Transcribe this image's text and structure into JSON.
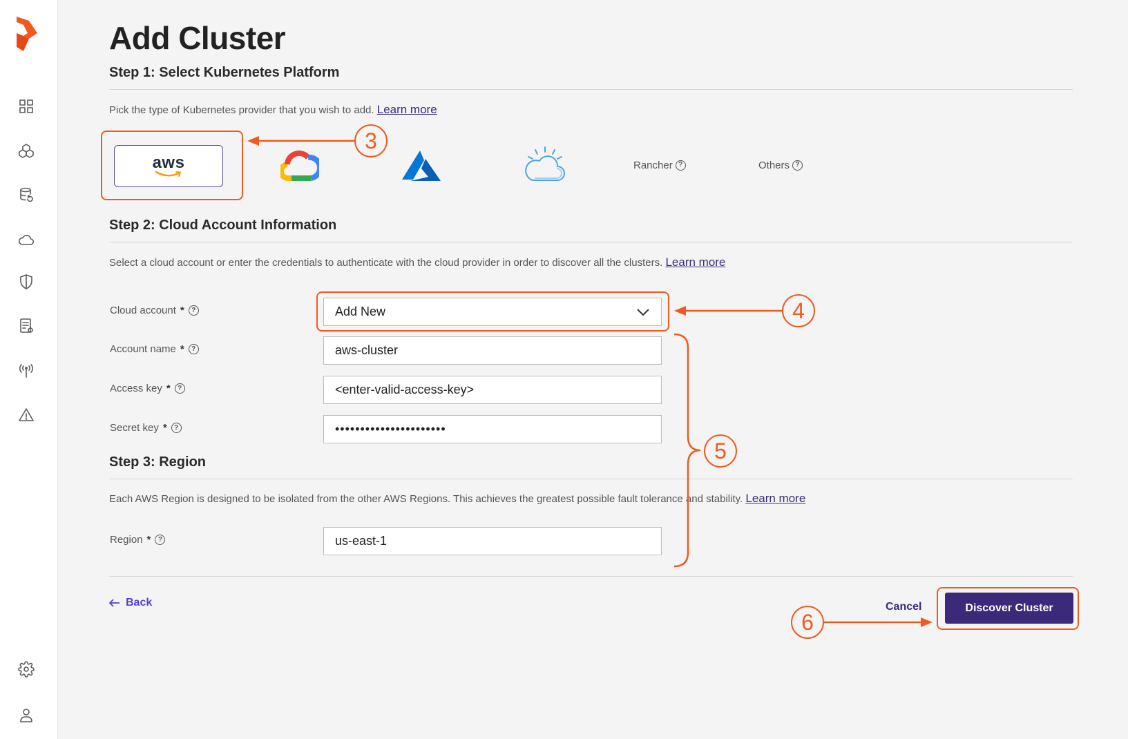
{
  "page": {
    "title": "Add Cluster"
  },
  "step1": {
    "title": "Step 1: Select Kubernetes Platform",
    "description": "Pick the type of Kubernetes provider that you wish to add.",
    "learn_more": "Learn more",
    "providers": {
      "aws": "aws",
      "gcp": "google-cloud-icon",
      "azure": "azure-icon",
      "ibm": "ibm-cloud-icon",
      "rancher": "Rancher",
      "others": "Others"
    }
  },
  "step2": {
    "title": "Step 2: Cloud Account Information",
    "description": "Select a cloud account or enter the credentials to authenticate with the cloud provider in order to discover all the clusters.",
    "learn_more": "Learn more",
    "cloud_account": {
      "label": "Cloud account",
      "value": "Add New"
    },
    "account_name": {
      "label": "Account name",
      "value": "aws-cluster"
    },
    "access_key": {
      "label": "Access key",
      "value": "<enter-valid-access-key>"
    },
    "secret_key": {
      "label": "Secret key",
      "value": "••••••••••••••••••••••"
    },
    "required_mark": "*",
    "help_glyph": "?"
  },
  "step3": {
    "title": "Step 3: Region",
    "description": "Each AWS Region is designed to be isolated from the other AWS Regions. This achieves the greatest possible fault tolerance and stability.",
    "learn_more": "Learn more",
    "region": {
      "label": "Region",
      "value": "us-east-1"
    }
  },
  "footer": {
    "back": "Back",
    "cancel": "Cancel",
    "discover": "Discover Cluster"
  },
  "callouts": {
    "c3": "3",
    "c4": "4",
    "c5": "5",
    "c6": "6"
  },
  "colors": {
    "accent": "#f05a1e",
    "primary": "#3b2a7a",
    "link": "#5a3fd0"
  },
  "sidebar_icons": [
    "logo-icon",
    "dashboard-icon",
    "clusters-icon",
    "backup-icon",
    "cloud-icon",
    "security-icon",
    "reports-icon",
    "monitoring-icon",
    "alerts-icon",
    "settings-icon",
    "user-icon"
  ]
}
